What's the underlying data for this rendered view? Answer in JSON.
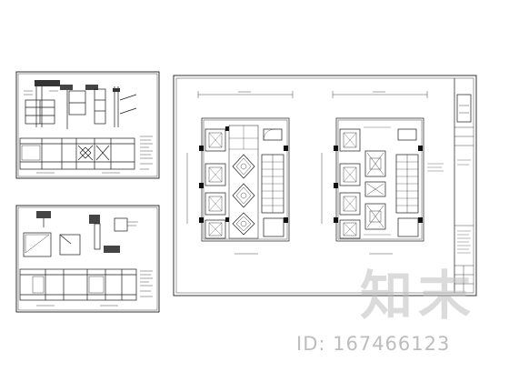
{
  "drawing": {
    "sheet_count": 3,
    "line_color": "#1a1a1a",
    "plans": [
      {
        "name": "left-elevator-lobby-plan",
        "cars": 4,
        "floor_pattern": "diamond-rosette"
      },
      {
        "name": "right-elevator-lobby-plan",
        "cars": 4,
        "floor_pattern": "rectangular-panel"
      }
    ],
    "title_block": {
      "has_logo_box": true
    }
  },
  "watermark": {
    "logo_text": "知末",
    "id_text": "ID: 167466123",
    "color": "#bdbdbd"
  }
}
